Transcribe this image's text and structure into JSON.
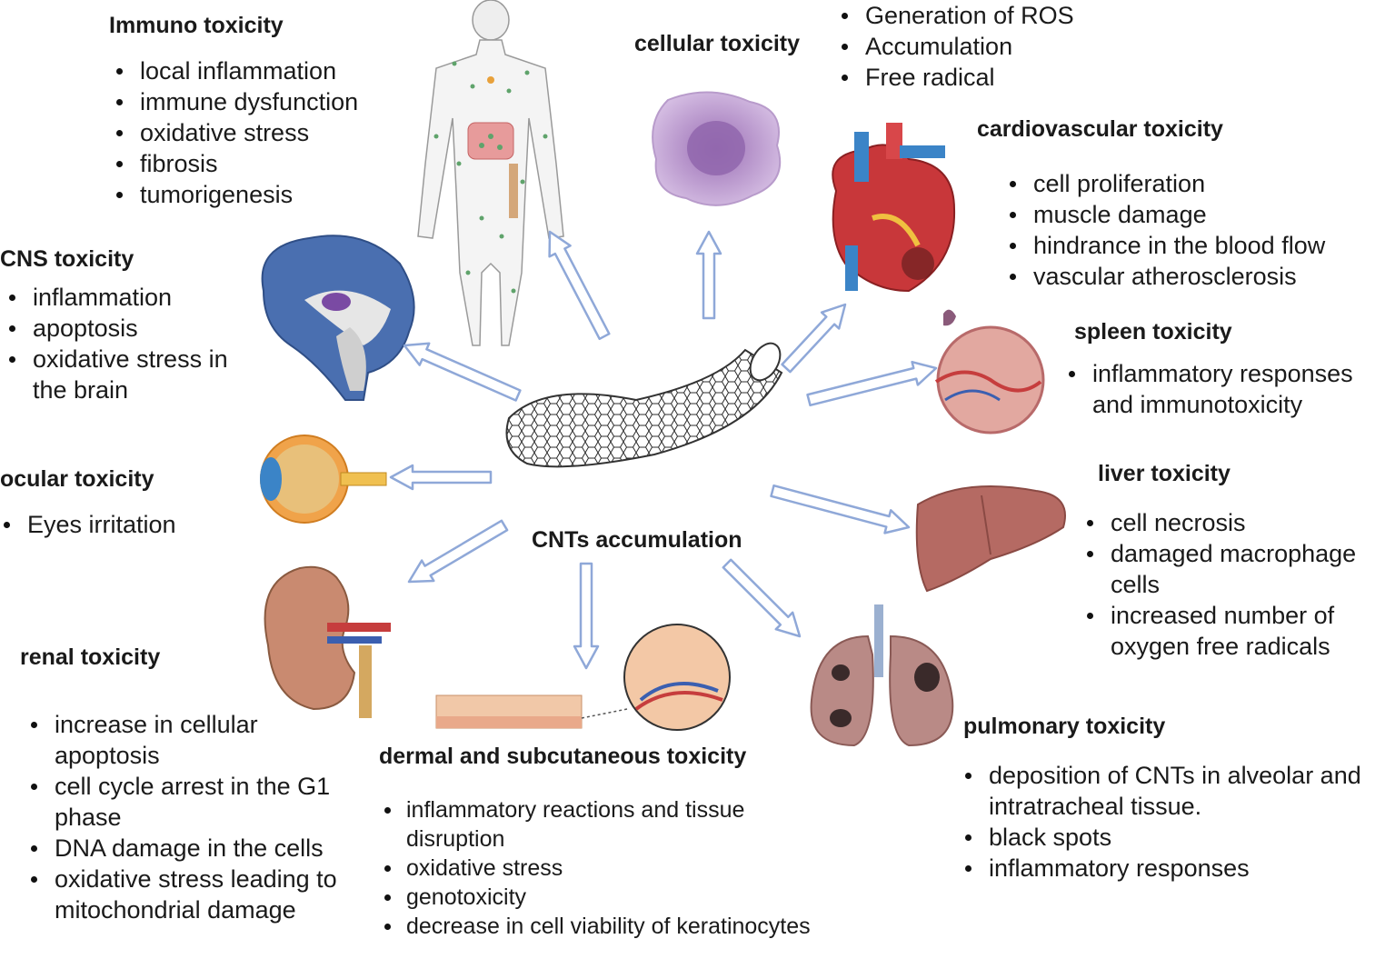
{
  "center": {
    "label": "CNTs accumulation"
  },
  "sections": {
    "immuno": {
      "title": "Immuno toxicity",
      "items": [
        "local inflammation",
        "immune dysfunction",
        "oxidative stress",
        "fibrosis",
        "tumorigenesis"
      ]
    },
    "cellular": {
      "title": "cellular toxicity",
      "items": [
        "Generation of ROS",
        "Accumulation",
        "Free radical"
      ]
    },
    "cardiovascular": {
      "title": "cardiovascular toxicity",
      "items": [
        "cell proliferation",
        " muscle damage",
        "hindrance in the blood flow",
        "vascular atherosclerosis"
      ]
    },
    "cns": {
      "title": "CNS toxicity",
      "items": [
        "inflammation",
        "apoptosis",
        "oxidative stress in the brain"
      ]
    },
    "spleen": {
      "title": "spleen toxicity",
      "items": [
        "inflammatory responses and immunotoxicity"
      ]
    },
    "ocular": {
      "title": "ocular toxicity",
      "items": [
        "Eyes irritation"
      ]
    },
    "liver": {
      "title": "liver toxicity",
      "items": [
        "cell necrosis",
        "damaged macrophage cells",
        "increased number of oxygen free radicals"
      ]
    },
    "renal": {
      "title": "renal toxicity",
      "items": [
        "increase in cellular apoptosis",
        "cell cycle arrest in the G1 phase",
        "DNA damage in the cells",
        "oxidative stress leading to mitochondrial damage"
      ]
    },
    "dermal": {
      "title": "dermal and subcutaneous toxicity",
      "items": [
        "inflammatory reactions and tissue disruption",
        "oxidative stress",
        "genotoxicity",
        "decrease in cell viability of keratinocytes"
      ]
    },
    "pulmonary": {
      "title": "pulmonary toxicity",
      "items": [
        "deposition of CNTs in alveolar and intratracheal tissue.",
        "black spots",
        "inflammatory responses"
      ]
    }
  },
  "colors": {
    "arrow_fill": "#ffffff",
    "arrow_stroke": "#8fa8d8",
    "brain": "#4a6fb0",
    "heart": "#c8373a",
    "organ_pink": "#b86a6a",
    "cell": "#b08bc4",
    "nanotube": "#333333"
  }
}
